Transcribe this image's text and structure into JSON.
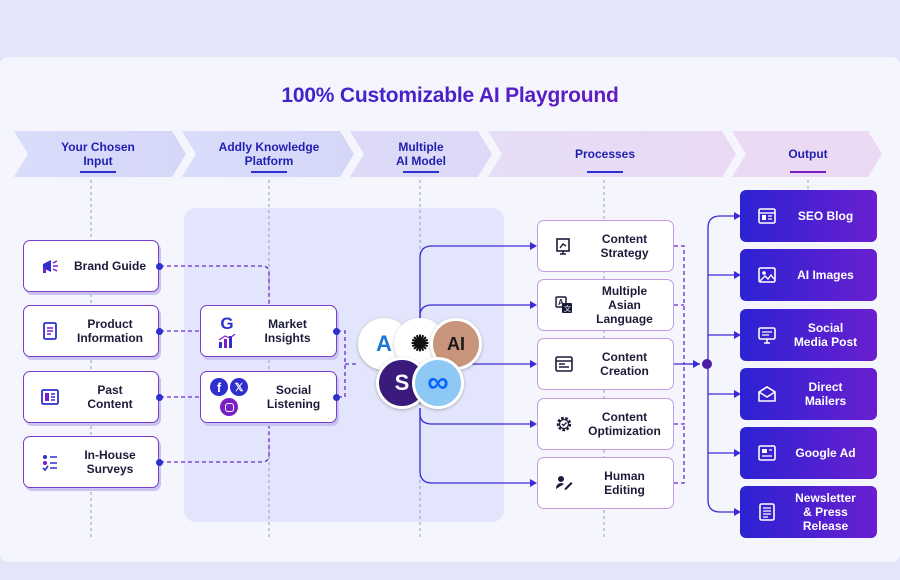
{
  "title": "100% Customizable AI Playground",
  "headers": [
    {
      "label": "Your Chosen\nInput"
    },
    {
      "label": "Addly Knowledge\nPlatform"
    },
    {
      "label": "Multiple\nAI Model"
    },
    {
      "label": "Processes"
    },
    {
      "label": "Output"
    }
  ],
  "inputs": [
    {
      "label": "Brand Guide",
      "icon": "megaphone-icon"
    },
    {
      "label": "Product\nInformation",
      "icon": "document-icon"
    },
    {
      "label": "Past\nContent",
      "icon": "layout-icon"
    },
    {
      "label": "In-House\nSurveys",
      "icon": "checklist-icon"
    }
  ],
  "knowledge": [
    {
      "label": "Market\nInsights",
      "icons": [
        "google-icon",
        "bar-chart-icon"
      ]
    },
    {
      "label": "Social\nListening",
      "icons": [
        "facebook-icon",
        "x-icon",
        "instagram-icon"
      ]
    }
  ],
  "models": [
    {
      "name": "azure-icon",
      "glyph": "A",
      "bg": "#ffffff",
      "fg": "#1a78d6"
    },
    {
      "name": "openai-icon",
      "glyph": "✺",
      "bg": "#ffffff",
      "fg": "#111111"
    },
    {
      "name": "anthropic-icon",
      "glyph": "AI",
      "bg": "#c9957a",
      "fg": "#1a1a1a"
    },
    {
      "name": "stability-icon",
      "glyph": "S",
      "bg": "#3a1a7a",
      "fg": "#ffffff"
    },
    {
      "name": "meta-icon",
      "glyph": "∞",
      "bg": "#8ec8f4",
      "fg": "#0866ff"
    }
  ],
  "processes": [
    {
      "label": "Content\nStrategy",
      "icon": "strategy-icon"
    },
    {
      "label": "Multiple\nAsian\nLanguage",
      "icon": "translate-icon"
    },
    {
      "label": "Content\nCreation",
      "icon": "browser-icon"
    },
    {
      "label": "Content\nOptimization",
      "icon": "gear-check-icon"
    },
    {
      "label": "Human\nEditing",
      "icon": "edit-user-icon"
    }
  ],
  "outputs": [
    {
      "label": "SEO Blog",
      "icon": "blog-icon"
    },
    {
      "label": "AI Images",
      "icon": "image-icon"
    },
    {
      "label": "Social\nMedia Post",
      "icon": "monitor-icon"
    },
    {
      "label": "Direct\nMailers",
      "icon": "mail-icon"
    },
    {
      "label": "Google Ad",
      "icon": "ad-icon"
    },
    {
      "label": "Newsletter\n& Press\nRelease",
      "icon": "newsletter-icon"
    }
  ],
  "colors": {
    "primary": "#2f2fd0",
    "purple": "#7a1fc8",
    "accent": "#8a18b8"
  }
}
